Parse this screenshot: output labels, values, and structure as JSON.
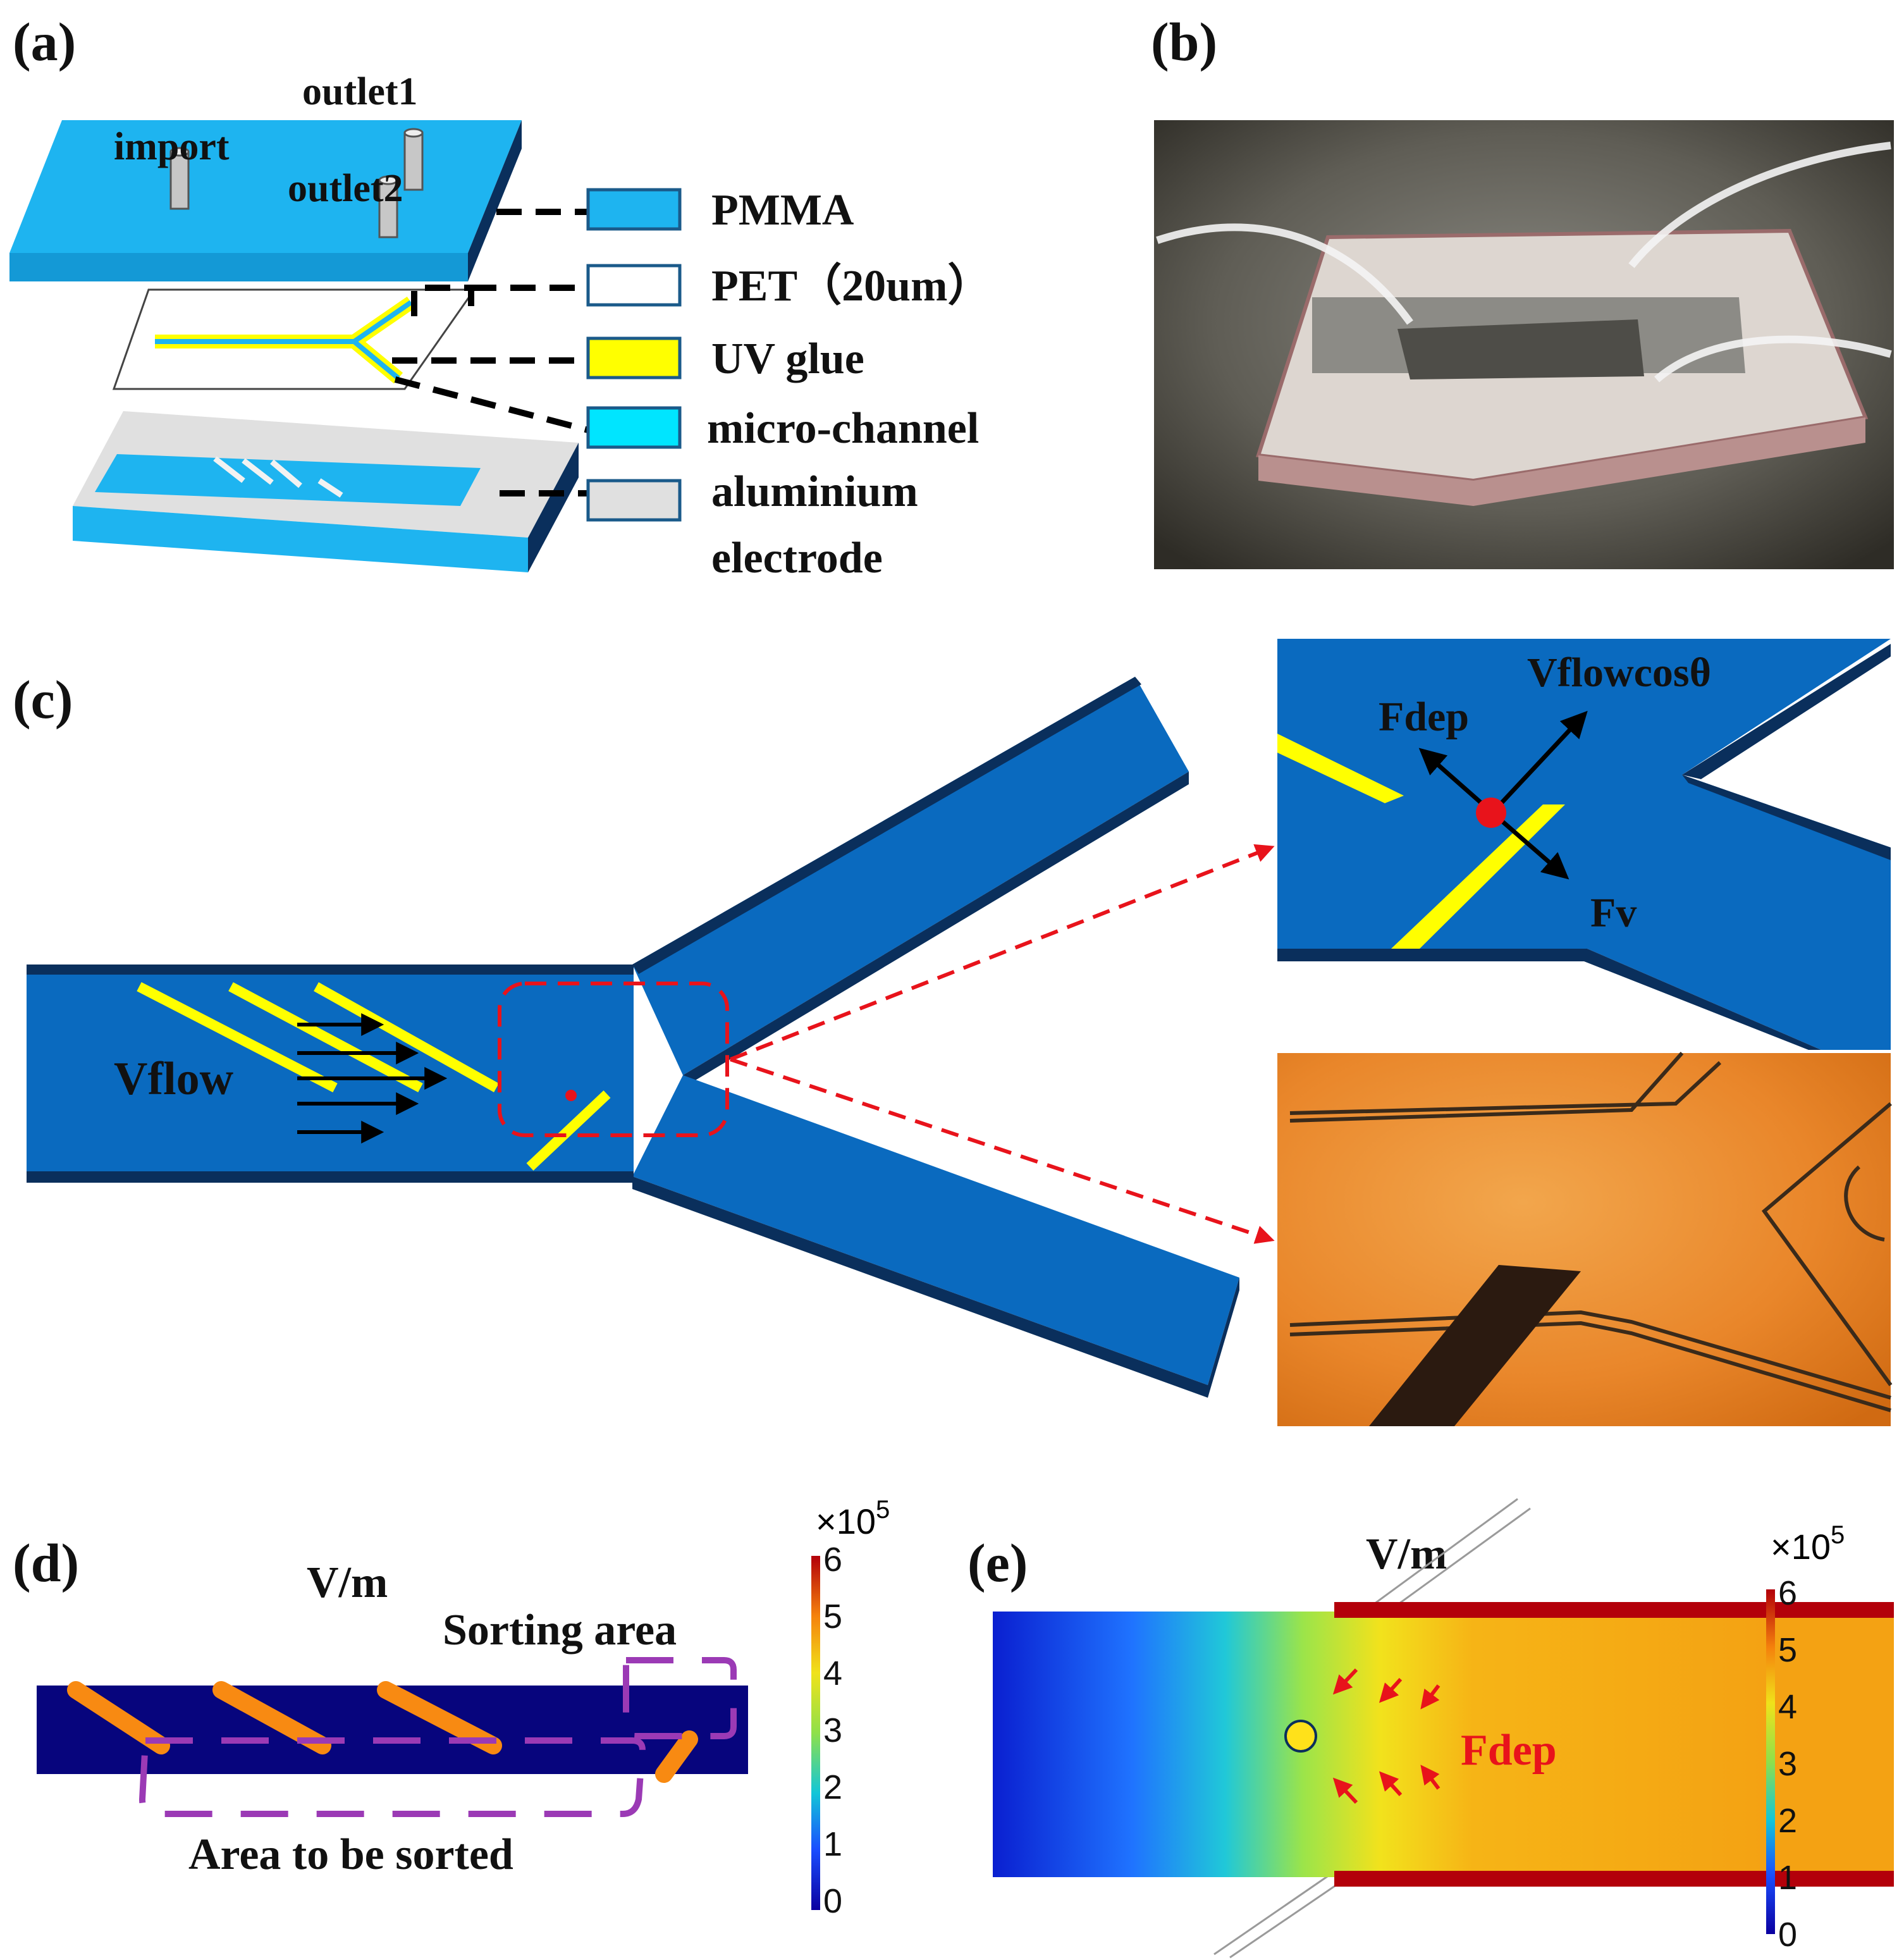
{
  "panels": {
    "a": "(a)",
    "b": "(b)",
    "c": "(c)",
    "d": "(d)",
    "e": "(e)"
  },
  "panel_a": {
    "ports": {
      "import": "import",
      "outlet1": "outlet1",
      "outlet2": "outlet2"
    },
    "legend": [
      {
        "label": "PMMA",
        "color": "#1eb4f0"
      },
      {
        "label": "PET（20um）",
        "color": "#ffffff"
      },
      {
        "label": "UV glue",
        "color": "#ffff00"
      },
      {
        "label": "micro-channel",
        "color": "#00e5ff"
      },
      {
        "label": "aluminium",
        "color": "#e0e0e0"
      }
    ],
    "legend_extra": "electrode"
  },
  "panel_c": {
    "vflow": "Vflow",
    "inset_labels": {
      "fdep": "Fdep",
      "vflowcos": "Vflowcosθ",
      "fv": "Fv"
    },
    "colors": {
      "channel": "#0a6abf",
      "edge": "#0a2f5c",
      "electrode": "#ffff00",
      "particle": "#e8131b",
      "arrow": "#e8131b"
    }
  },
  "panel_d": {
    "unit": "V/m",
    "sorting": "Sorting area",
    "to_be_sorted": "Area to be sorted",
    "colorbar": {
      "exponent": "×10",
      "exp_power": "5",
      "ticks": [
        "6",
        "5",
        "4",
        "3",
        "2",
        "1",
        "0"
      ]
    },
    "colors": {
      "field": "#07057d",
      "electrode": "#f88a12",
      "outline": "#9b3ab5"
    }
  },
  "panel_e": {
    "unit": "V/m",
    "force": "Fdep",
    "colorbar": {
      "exponent": "×10",
      "exp_power": "5",
      "ticks": [
        "6",
        "5",
        "4",
        "3",
        "2",
        "1",
        "0"
      ]
    },
    "colors": {
      "force": "#e8131b",
      "particle": "#ffe11a"
    }
  }
}
